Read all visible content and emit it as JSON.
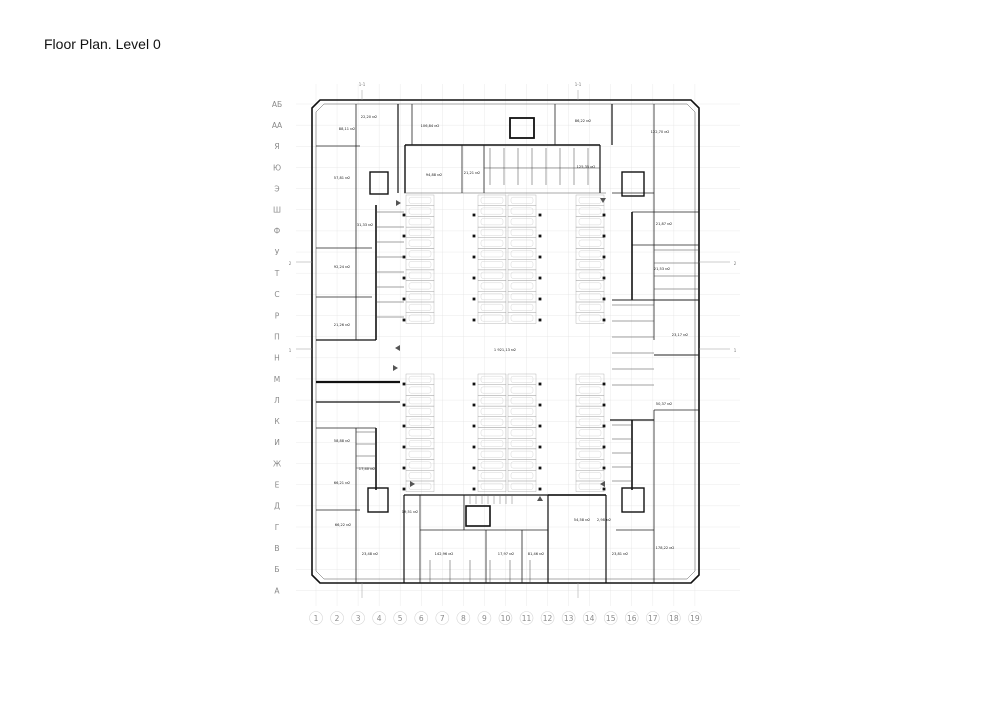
{
  "title": "Floor Plan. Level 0",
  "row_axes": [
    "АБ",
    "АА",
    "Я",
    "Ю",
    "Э",
    "Ш",
    "Ф",
    "У",
    "Т",
    "С",
    "Р",
    "П",
    "Н",
    "М",
    "Л",
    "К",
    "И",
    "Ж",
    "Е",
    "Д",
    "Г",
    "В",
    "Б",
    "А"
  ],
  "column_axes": [
    "1",
    "2",
    "3",
    "4",
    "5",
    "6",
    "7",
    "8",
    "9",
    "10",
    "11",
    "12",
    "13",
    "14",
    "15",
    "16",
    "17",
    "18",
    "19"
  ],
  "section_marks": [
    "1",
    "1",
    "2",
    "2",
    "1-1",
    "1-1"
  ],
  "room_areas": [
    {
      "label": "22,20 м2"
    },
    {
      "label": "88,11 м2"
    },
    {
      "label": "106,84 м2"
    },
    {
      "label": "86,22 м2"
    },
    {
      "label": "122,70 м2"
    },
    {
      "label": "57,81 м2"
    },
    {
      "label": "94,88 м2"
    },
    {
      "label": "21,21 м2"
    },
    {
      "label": "125,35 м2"
    },
    {
      "label": "21,87 м2"
    },
    {
      "label": "31,33 м2"
    },
    {
      "label": "92,24 м2"
    },
    {
      "label": "21,53 м2"
    },
    {
      "label": "21,26 м2"
    },
    {
      "label": "23,17 м2"
    },
    {
      "label": "1 921,13 м2"
    },
    {
      "label": "50,37 м2"
    },
    {
      "label": "58,88 м2"
    },
    {
      "label": "17,40 м2"
    },
    {
      "label": "66,21 м2"
    },
    {
      "label": "19,51 м2"
    },
    {
      "label": "66,22 м2"
    },
    {
      "label": "54,58 м2"
    },
    {
      "label": "2,98 м2"
    },
    {
      "label": "23,48 м2"
    },
    {
      "label": "142,96 м2"
    },
    {
      "label": "17,97 м2"
    },
    {
      "label": "81,46 м2"
    },
    {
      "label": "23,81 м2"
    },
    {
      "label": "178,22 м2"
    }
  ]
}
